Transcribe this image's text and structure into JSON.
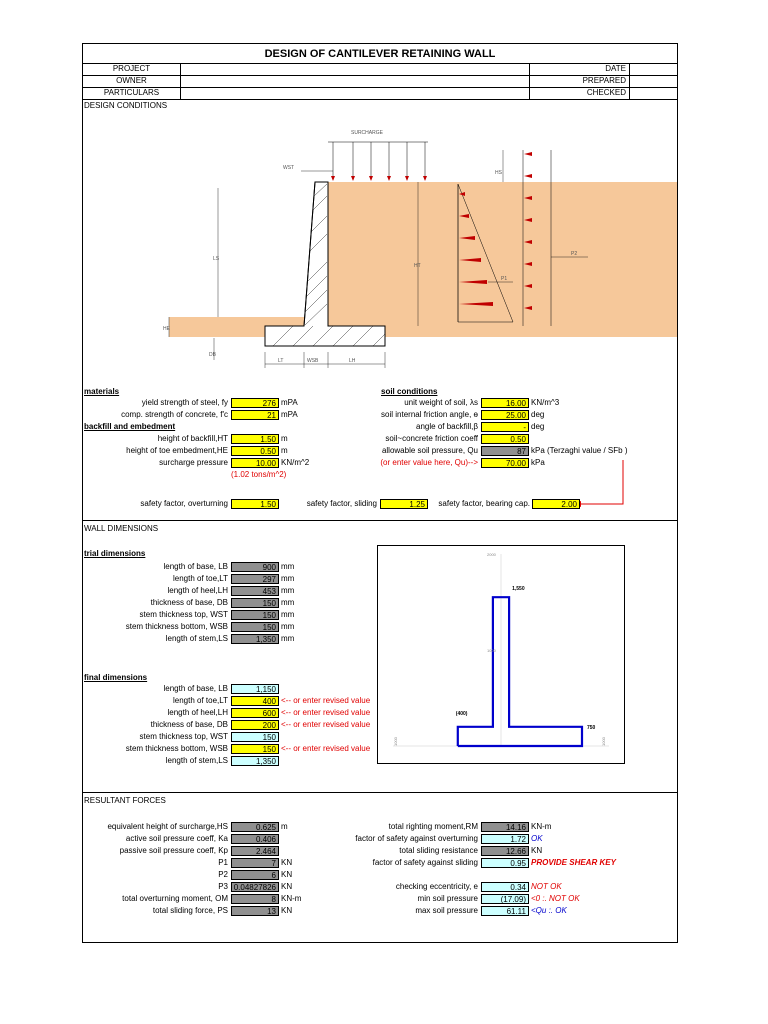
{
  "title": "DESIGN OF CANTILEVER RETAINING WALL",
  "header": {
    "project": "PROJECT",
    "owner": "OWNER",
    "particulars": "PARTICULARS",
    "date": "DATE",
    "prepared": "PREPARED",
    "checked": "CHECKED"
  },
  "design_conditions": "DESIGN CONDITIONS",
  "figure": {
    "surcharge": "SURCHARGE",
    "wst": "WST",
    "hs": "HS",
    "ls": "LS",
    "ht": "HT",
    "he": "HE",
    "db": "DB",
    "lt": "LT",
    "wsb": "WSB",
    "lh": "LH",
    "p1": "P1",
    "p2": "P2"
  },
  "materials": {
    "heading": "materials",
    "fy_label": "yield strength of steel, fy",
    "fy": "276",
    "fy_unit": "mPA",
    "fc_label": "comp. strength of concrete, f'c",
    "fc": "21",
    "fc_unit": "mPA"
  },
  "backfill": {
    "heading": "backfill and embedment",
    "ht_label": "height of backfill,HT",
    "ht": "1.50",
    "ht_unit": "m",
    "he_label": "height of toe embedment,HE",
    "he": "0.50",
    "he_unit": "m",
    "sp_label": "surcharge pressure",
    "sp": "10.00",
    "sp_unit": "KN/m^2",
    "sp_note": "(1.02 tons/m^2)"
  },
  "soil": {
    "heading": "soil conditions",
    "gamma_label": "unit weight of soil, λs",
    "gamma": "16.00",
    "gamma_unit": "KN/m^3",
    "phi_label": "soil internal friction angle, ɵ",
    "phi": "25.00",
    "phi_unit": "deg",
    "beta_label": "angle of backfill,β",
    "beta": "-",
    "beta_unit": "deg",
    "mu_label": "soil~concrete friction coeff",
    "mu": "0.50",
    "qa_label": "allowable soil pressure, Qu",
    "qa": "87",
    "qa_unit": "kPa (Terzaghi value / SFb )",
    "qu_label": "(or enter value here, Qu)-->",
    "qu": "70.00",
    "qu_unit": "kPa"
  },
  "safety": {
    "ot_label": "safety factor, overturning",
    "ot": "1.50",
    "sl_label": "safety factor, sliding",
    "sl": "1.25",
    "bc_label": "safety factor, bearing cap.",
    "bc": "2.00"
  },
  "wall_dimensions": "WALL DIMENSIONS",
  "trial": {
    "heading": "trial dimensions",
    "rows": [
      {
        "label": "length of base, LB",
        "value": "900",
        "unit": "mm"
      },
      {
        "label": "length of toe,LT",
        "value": "297",
        "unit": "mm"
      },
      {
        "label": "length of heel,LH",
        "value": "453",
        "unit": "mm"
      },
      {
        "label": "thickness of base, DB",
        "value": "150",
        "unit": "mm"
      },
      {
        "label": "stem thickness top, WST",
        "value": "150",
        "unit": "mm"
      },
      {
        "label": "stem thickness bottom, WSB",
        "value": "150",
        "unit": "mm"
      },
      {
        "label": "length of stem,LS",
        "value": "1,350",
        "unit": "mm"
      }
    ]
  },
  "final": {
    "heading": "final dimensions",
    "note": "<-- or enter revised value",
    "rows": [
      {
        "label": "length of base, LB",
        "value": "1,150"
      },
      {
        "label": "length of toe,LT",
        "value": "400"
      },
      {
        "label": "length of heel,LH",
        "value": "600"
      },
      {
        "label": "thickness of base, DB",
        "value": "200"
      },
      {
        "label": "stem thickness top, WST",
        "value": "150"
      },
      {
        "label": "stem thickness bottom, WSB",
        "value": "150"
      },
      {
        "label": "length of stem,LS",
        "value": "1,350"
      }
    ]
  },
  "chart_data": {
    "type": "line",
    "series": [
      {
        "points": [
          [
            -400,
            0
          ],
          [
            -400,
            200
          ],
          [
            -75,
            200
          ],
          [
            -75,
            1550
          ],
          [
            75,
            1550
          ],
          [
            75,
            200
          ],
          [
            750,
            200
          ],
          [
            750,
            0
          ],
          [
            -400,
            0
          ]
        ]
      }
    ],
    "labels": {
      "top": "1,550",
      "left": "(400)",
      "right": "750"
    },
    "ytick_labels": [
      "2000",
      "1000"
    ],
    "xtick_labels": [
      "1000",
      "1000"
    ],
    "xlim": [
      -1000,
      1000
    ],
    "ylim": [
      0,
      2000
    ]
  },
  "resultant": {
    "heading": "RESULTANT FORCES",
    "left": [
      {
        "label": "equivalent height of surcharge,HS",
        "value": "0.625",
        "unit": "m"
      },
      {
        "label": "active soil pressure coeff, Ka",
        "value": "0.406",
        "unit": ""
      },
      {
        "label": "passive soil pressure coeff, Kp",
        "value": "2.464",
        "unit": ""
      },
      {
        "label": "P1",
        "value": "7",
        "unit": "KN"
      },
      {
        "label": "P2",
        "value": "6",
        "unit": "KN"
      },
      {
        "label": "P3",
        "value": "0.04827826",
        "unit": "KN"
      },
      {
        "label": "total overturning moment, OM",
        "value": "8",
        "unit": "KN-m"
      },
      {
        "label": "total sliding force, PS",
        "value": "13",
        "unit": "KN"
      }
    ],
    "right": [
      {
        "label": "total righting moment,RM",
        "value": "14.16",
        "unit": "KN-m",
        "cls": ""
      },
      {
        "label": "factor of safety against overturning",
        "value": "1.72",
        "unit": "OK",
        "cls": "blue it"
      },
      {
        "label": "total sliding resistance",
        "value": "12.66",
        "unit": "KN",
        "cls": ""
      },
      {
        "label": "factor of safety against sliding",
        "value": "0.95",
        "unit": "PROVIDE SHEAR KEY",
        "cls": "red it b"
      },
      {
        "label": "",
        "value": "",
        "unit": "",
        "cls": ""
      },
      {
        "label": "checking eccentricity, e",
        "value": "0.34",
        "unit": "NOT OK",
        "cls": "red it"
      },
      {
        "label": "min soil pressure",
        "value": "(17.09)",
        "unit": "<0 :. NOT OK",
        "cls": "red it"
      },
      {
        "label": "max soil pressure",
        "value": "61.11",
        "unit": "<Qu :. OK",
        "cls": "blue it"
      }
    ]
  },
  "colors": {
    "soil": "#f6c89a",
    "yellow": "#ffff00",
    "gray": "#909090",
    "cyan": "#ccffff",
    "plot": "#0000cc",
    "arrow": "#c00000"
  }
}
